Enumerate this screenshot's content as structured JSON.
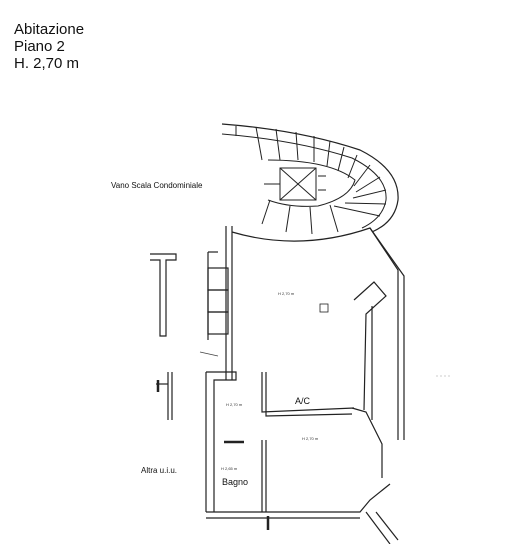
{
  "title": {
    "line1": "Abitazione",
    "line2": "Piano 2",
    "line3": "H. 2,70 m"
  },
  "labels": {
    "stair": "Vano Scala Condominiale",
    "ac": "A/C",
    "other_unit": "Altra u.i.u.",
    "bathroom": "Bagno"
  },
  "heights": {
    "room_main": "H 2,70 m",
    "room_corridor": "H 2,70 m",
    "room_second": "H 2,70 m",
    "room_bath": "H 2,65 m"
  }
}
